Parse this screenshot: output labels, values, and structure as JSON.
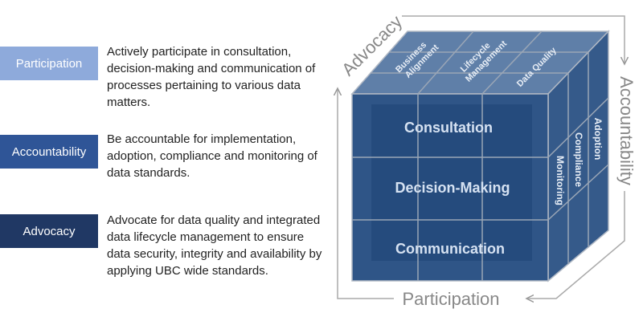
{
  "roles": [
    {
      "label": "Participation",
      "description": "Actively participate in consultation, decision-making and communication of processes pertaining to various data matters.",
      "color": "#8eaadb"
    },
    {
      "label": "Accountability",
      "description": "Be accountable for implementation, adoption, compliance and monitoring of data standards.",
      "color": "#2f5597"
    },
    {
      "label": "Advocacy",
      "description": "Advocate for data quality  and integrated data lifecycle management to ensure data security, integrity and availability by applying UBC wide standards.",
      "color": "#203864"
    }
  ],
  "cube": {
    "axes": {
      "top": "Advocacy",
      "right": "Accountability",
      "bottom": "Participation"
    },
    "front_rows": [
      "Consultation",
      "Decision-Making",
      "Communication"
    ],
    "top_items": [
      "Business Alignment",
      "Lifecycle Management",
      "Data Quality"
    ],
    "side_items": [
      "Monitoring",
      "Compliance",
      "Adoption"
    ]
  }
}
